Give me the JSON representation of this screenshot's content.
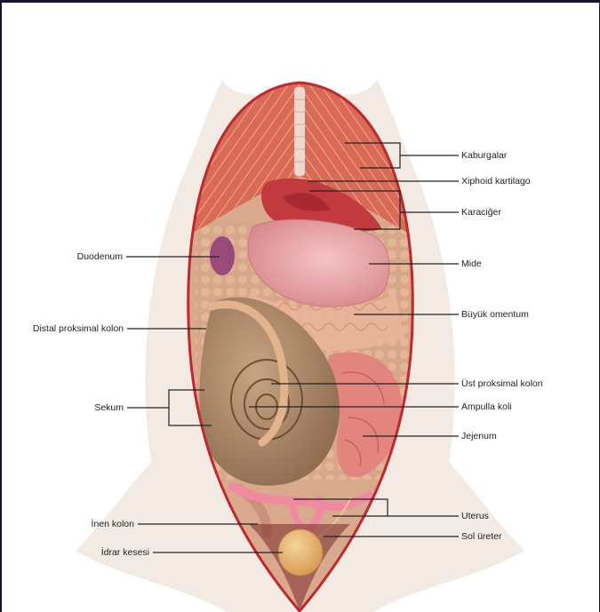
{
  "colors": {
    "body_outline": "#c0282c",
    "muscle": "#d86a56",
    "liver": "#c23a3e",
    "stomach": "#e6a0a2",
    "omentum": "#e8b49a",
    "colon": "#a88466",
    "jejunum": "#e3857f",
    "bladder": "#e4b070",
    "skin_shadow": "#efe7df"
  },
  "labels": {
    "right": {
      "kaburgalar": "Kaburgalar",
      "xiphoid": "Xiphoid kartilago",
      "karaciger": "Karaciğer",
      "mide": "Mide",
      "buyuk_omentum": "Büyük omentum",
      "ust_proksimal_kolon": "Üst proksimal kolon",
      "ampulla_koli": "Ampulla koli",
      "jejenum": "Jejenum",
      "uterus": "Uterus",
      "sol_ureter": "Sol üreter"
    },
    "left": {
      "duodenum": "Duodenum",
      "distal_proksimal_kolon": "Distal proksimal kolon",
      "sekum": "Sekum",
      "inen_kolon": "İnen kolon",
      "idrar_kesesi": "İdrar kesesi"
    }
  }
}
